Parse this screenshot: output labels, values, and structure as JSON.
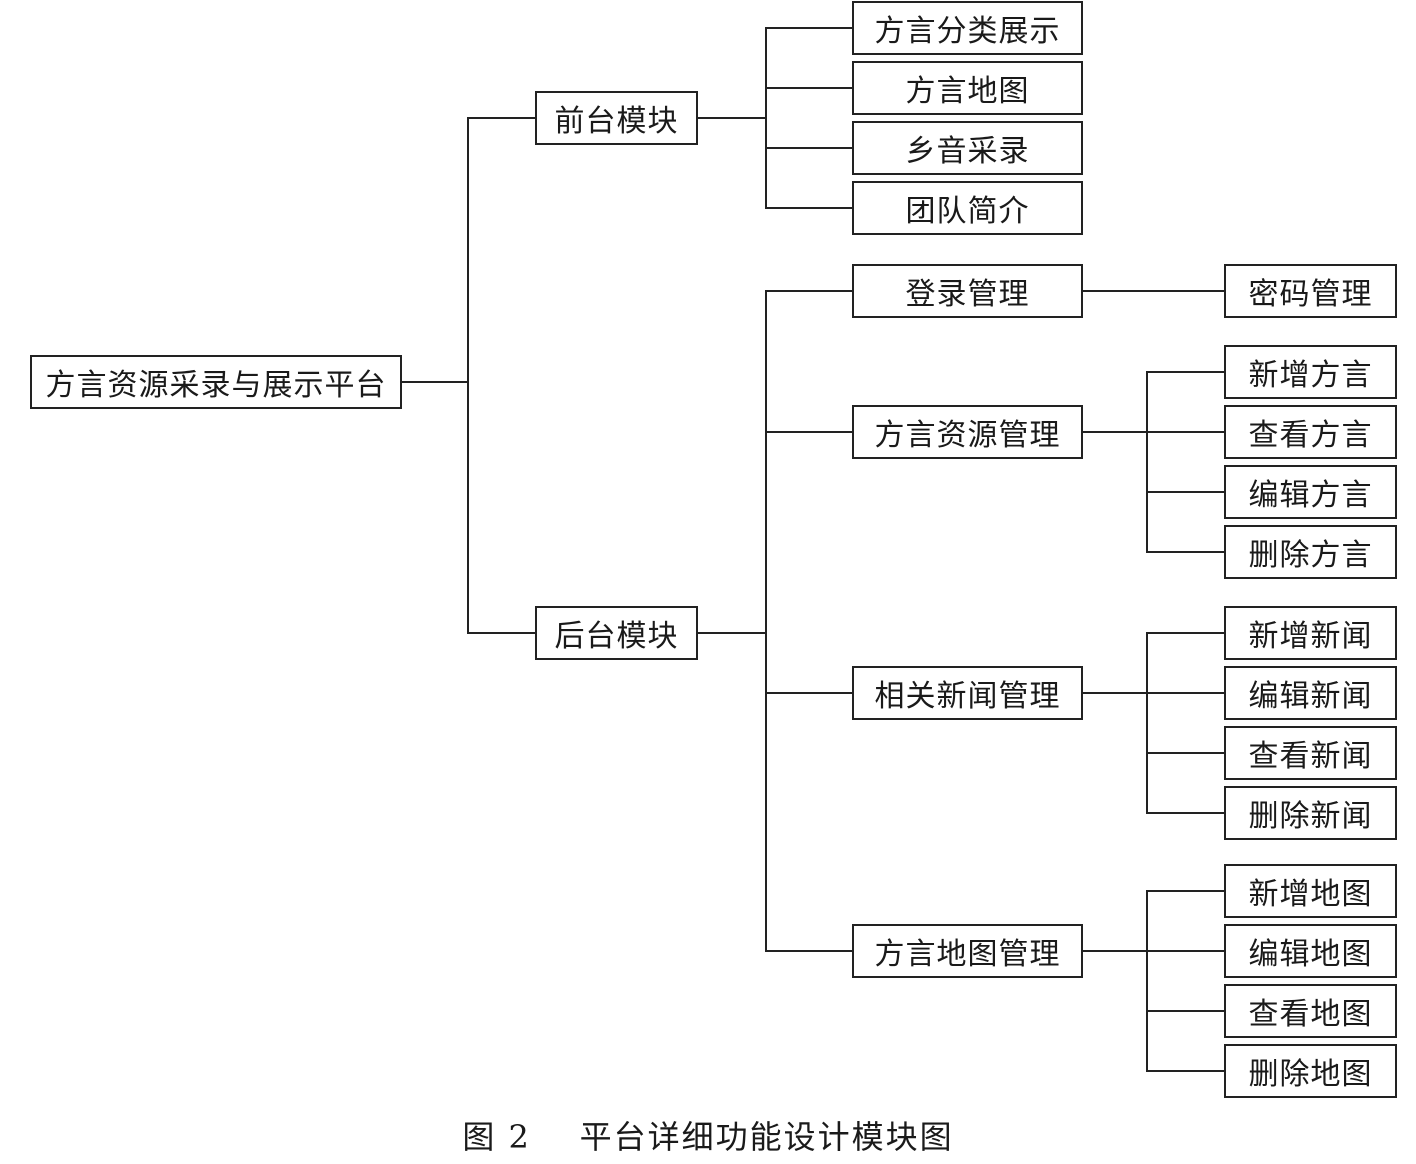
{
  "root": "方言资源采录与展示平台",
  "modules": {
    "front": {
      "label": "前台模块",
      "items": [
        "方言分类展示",
        "方言地图",
        "乡音采录",
        "团队简介"
      ]
    },
    "back": {
      "label": "后台模块",
      "items": [
        {
          "label": "登录管理",
          "children": [
            "密码管理"
          ]
        },
        {
          "label": "方言资源管理",
          "children": [
            "新增方言",
            "查看方言",
            "编辑方言",
            "删除方言"
          ]
        },
        {
          "label": "相关新闻管理",
          "children": [
            "新增新闻",
            "编辑新闻",
            "查看新闻",
            "删除新闻"
          ]
        },
        {
          "label": "方言地图管理",
          "children": [
            "新增地图",
            "编辑地图",
            "查看地图",
            "删除地图"
          ]
        }
      ]
    }
  },
  "caption": {
    "figure": "图 2",
    "title": "平台详细功能设计模块图"
  }
}
